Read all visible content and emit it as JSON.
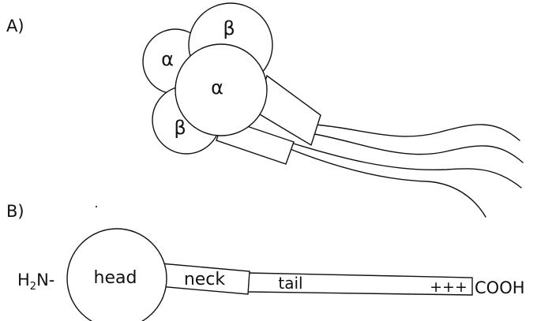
{
  "panel_a": {
    "label": "A)",
    "subunits": {
      "alpha_top": "α",
      "beta_top": "β",
      "alpha_center": "α",
      "beta_bottom": "β"
    }
  },
  "panel_b": {
    "label": "B)",
    "n_terminus": {
      "prefix": "H",
      "subscript": "2",
      "suffix": "N-"
    },
    "head": "head",
    "neck": "neck",
    "tail": "tail",
    "charge": "+++",
    "c_terminus": "COOH"
  }
}
